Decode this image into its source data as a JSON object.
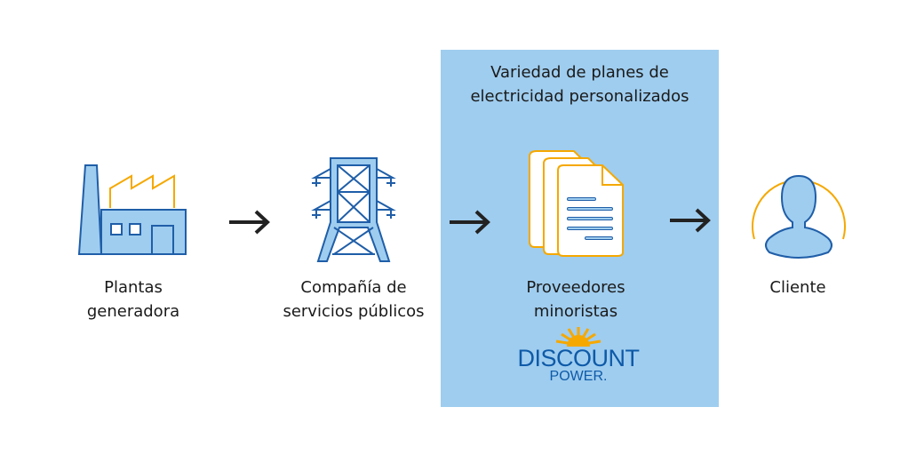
{
  "panel": {
    "title_line1": "Variedad de planes de",
    "title_line2": "electricidad personalizados"
  },
  "steps": [
    {
      "icon": "factory-icon",
      "line1": "Plantas",
      "line2": "generadora"
    },
    {
      "icon": "power-tower-icon",
      "line1": "Compañía de",
      "line2": "servicios públicos"
    },
    {
      "icon": "documents-icon",
      "line1": "Proveedores",
      "line2": "minoristas"
    },
    {
      "icon": "user-icon",
      "line1": "Cliente"
    }
  ],
  "logo": {
    "line1": "DISCOUNT",
    "line2": "POWER."
  },
  "colors": {
    "light_blue": "#9fcdef",
    "dark_blue": "#1f5ea8",
    "orange": "#f5a800",
    "arrow": "#222222"
  }
}
